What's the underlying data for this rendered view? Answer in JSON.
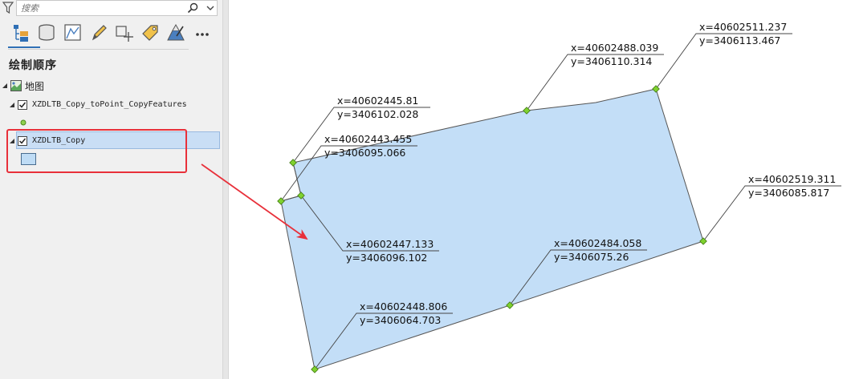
{
  "search": {
    "placeholder": "搜索"
  },
  "toolbar": {
    "tools": [
      {
        "icon": "list-by-drawing-order-icon",
        "active": true
      },
      {
        "icon": "list-by-data-source-icon"
      },
      {
        "icon": "list-by-selection-icon"
      },
      {
        "icon": "list-by-editing-icon"
      },
      {
        "icon": "list-by-snapping-icon"
      },
      {
        "icon": "list-by-labeling-icon"
      },
      {
        "icon": "list-by-perspective-icon"
      },
      {
        "icon": "more-icon"
      }
    ]
  },
  "contents": {
    "title": "绘制顺序",
    "map_label": "地图",
    "layers": [
      {
        "name": "XZDLTB_Copy_toPoint_CopyFeatures",
        "checked": true,
        "symbol_color": "#8fd14f"
      },
      {
        "name": "XZDLTB_Copy",
        "checked": true,
        "selected": true,
        "symbol_color": "#bfdcf5"
      }
    ]
  },
  "colors": {
    "polygon_fill": "#c3def7",
    "polygon_stroke": "#555555",
    "vertex": "#7fd12f",
    "highlight": "#e8303a",
    "selection": "#c9def5"
  },
  "map": {
    "point_labels": [
      {
        "x": "x=40602511.237",
        "y": "y=3406113.467"
      },
      {
        "x": "x=40602488.039",
        "y": "y=3406110.314"
      },
      {
        "x": "x=40602445.81",
        "y": "y=3406102.028"
      },
      {
        "x": "x=40602443.455",
        "y": "y=3406095.066"
      },
      {
        "x": "x=40602519.311",
        "y": "y=3406085.817"
      },
      {
        "x": "x=40602447.133",
        "y": "y=3406096.102"
      },
      {
        "x": "x=40602484.058",
        "y": "y=3406075.26"
      },
      {
        "x": "x=40602448.806",
        "y": "y=3406064.703"
      }
    ]
  }
}
